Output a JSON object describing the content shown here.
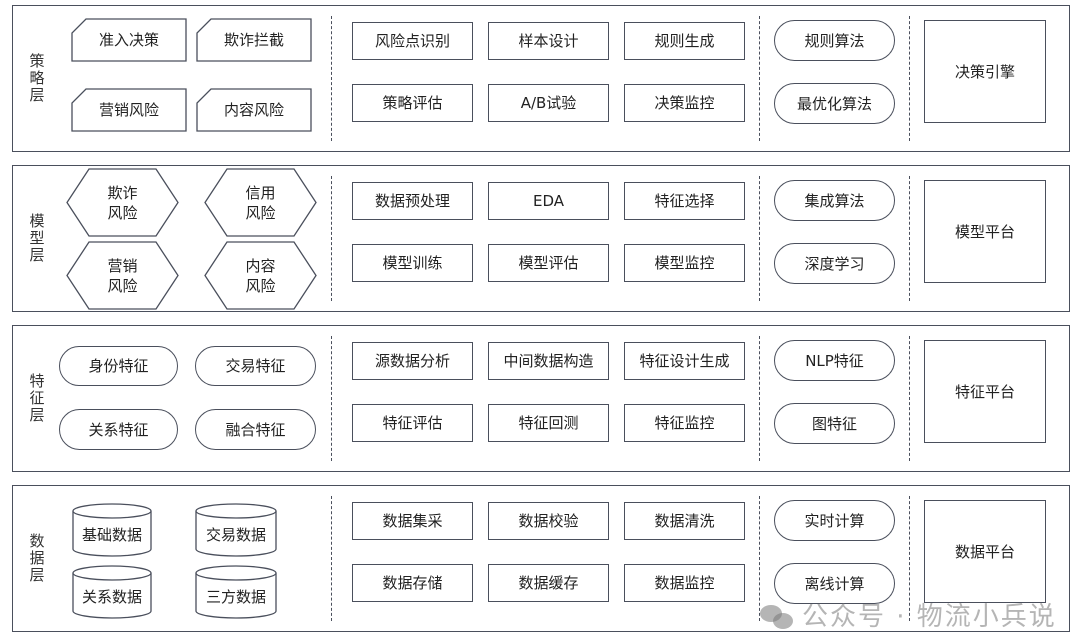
{
  "layers": [
    {
      "title": "策略层",
      "shape": "cut",
      "left": [
        "准入决策",
        "欺诈拦截",
        "营销风险",
        "内容风险"
      ],
      "mid": [
        "风险点识别",
        "样本设计",
        "规则生成",
        "策略评估",
        "A/B试验",
        "决策监控"
      ],
      "algos": [
        "规则算法",
        "最优化算法"
      ],
      "platform": "决策引擎"
    },
    {
      "title": "模型层",
      "shape": "hex",
      "left": [
        "欺诈\n风险",
        "信用\n风险",
        "营销\n风险",
        "内容\n风险"
      ],
      "mid": [
        "数据预处理",
        "EDA",
        "特征选择",
        "模型训练",
        "模型评估",
        "模型监控"
      ],
      "algos": [
        "集成算法",
        "深度学习"
      ],
      "platform": "模型平台"
    },
    {
      "title": "特征层",
      "shape": "pill",
      "left": [
        "身份特征",
        "交易特征",
        "关系特征",
        "融合特征"
      ],
      "mid": [
        "源数据分析",
        "中间数据构造",
        "特征设计生成",
        "特征评估",
        "特征回测",
        "特征监控"
      ],
      "algos": [
        "NLP特征",
        "图特征"
      ],
      "platform": "特征平台"
    },
    {
      "title": "数据层",
      "shape": "cyl",
      "left": [
        "基础数据",
        "交易数据",
        "关系数据",
        "三方数据"
      ],
      "mid": [
        "数据集采",
        "数据校验",
        "数据清洗",
        "数据存储",
        "数据缓存",
        "数据监控"
      ],
      "algos": [
        "实时计算",
        "离线计算"
      ],
      "platform": "数据平台"
    }
  ],
  "watermark": "公众号 · 物流小兵说",
  "colors": {
    "stroke": "#4a4f5c",
    "text": "#222222"
  }
}
